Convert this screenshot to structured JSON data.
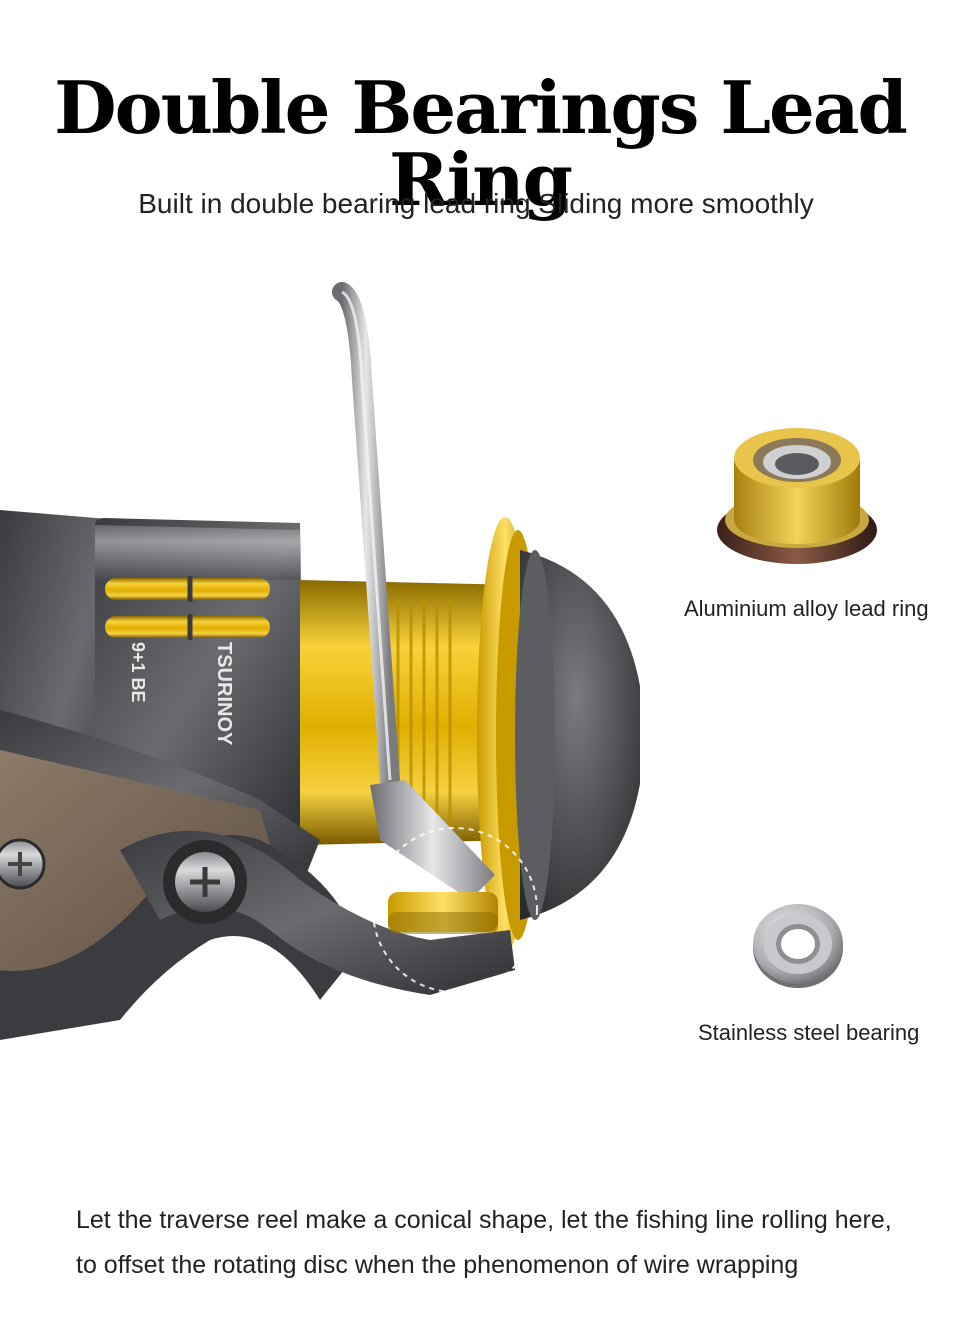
{
  "header": {
    "title": "Double Bearings Lead Ring",
    "subtitle": "Built in double bearing lead ring  Sliding more smoothly"
  },
  "product": {
    "brand_print": "TSURINOY",
    "spec_print": "9+1 BE",
    "accent_color": "#e8b800",
    "body_color": "#55565a"
  },
  "parts": [
    {
      "label": "Aluminium alloy lead ring",
      "icon": "lead-ring-icon"
    },
    {
      "label": "Stainless steel bearing",
      "icon": "bearing-icon"
    }
  ],
  "footer": {
    "line1": "Let the traverse reel make a conical shape, let the fishing line rolling here,",
    "line2": "to offset the rotating disc when the phenomenon of wire wrapping"
  }
}
